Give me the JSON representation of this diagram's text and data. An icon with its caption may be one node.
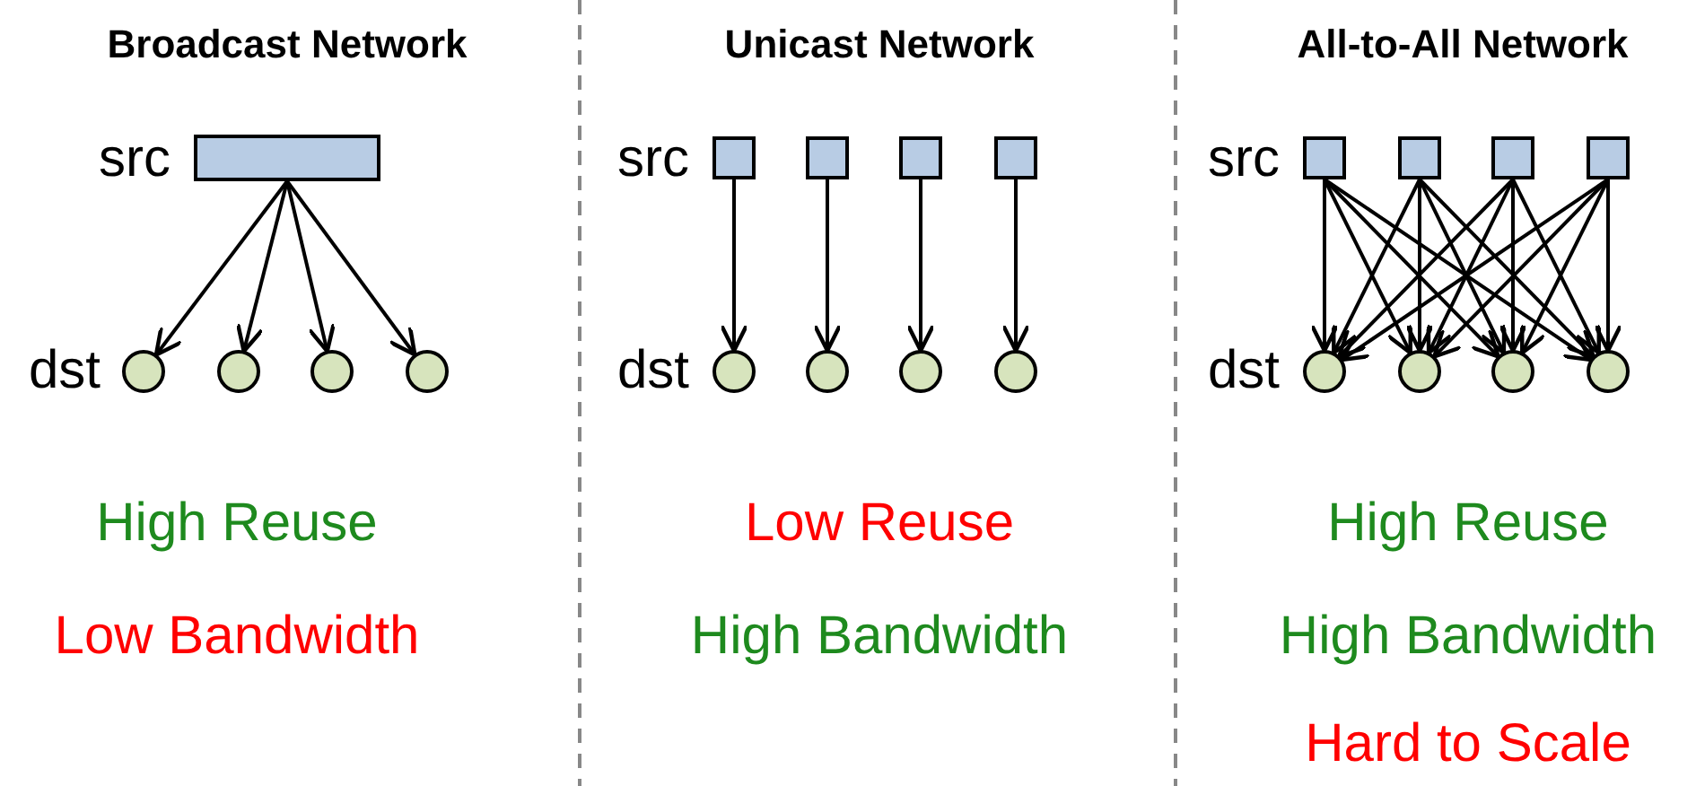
{
  "diagram": {
    "nodes": [
      {
        "text": [],
        "shape": "box"
      },
      {
        "text": [],
        "shape": "circle"
      },
      {
        "text": [],
        "shape": "circle"
      },
      {
        "text": [],
        "shape": "circle"
      },
      {
        "text": [],
        "shape": "circle"
      },
      {
        "text": [],
        "shape": "box"
      },
      {
        "text": [],
        "shape": "box"
      },
      {
        "text": [],
        "shape": "box"
      },
      {
        "text": [],
        "shape": "box"
      },
      {
        "text": [],
        "shape": "circle"
      },
      {
        "text": [],
        "shape": "circle"
      },
      {
        "text": [],
        "shape": "circle"
      },
      {
        "text": [],
        "shape": "circle"
      },
      {
        "text": [],
        "shape": "box"
      },
      {
        "text": [],
        "shape": "box"
      },
      {
        "text": [],
        "shape": "box"
      },
      {
        "text": [],
        "shape": "box"
      },
      {
        "text": [],
        "shape": "circle"
      },
      {
        "text": [],
        "shape": "circle"
      },
      {
        "text": [],
        "shape": "circle"
      },
      {
        "text": [],
        "shape": "circle"
      }
    ],
    "edges": [
      {
        "from": 0,
        "to": 1,
        "arrow": "to"
      },
      {
        "from": 0,
        "to": 2,
        "arrow": "to"
      },
      {
        "from": 0,
        "to": 3,
        "arrow": "to"
      },
      {
        "from": 0,
        "to": 4,
        "arrow": "to"
      },
      {
        "from": 5,
        "to": 9,
        "arrow": "to"
      },
      {
        "from": 6,
        "to": 10,
        "arrow": "to"
      },
      {
        "from": 7,
        "to": 11,
        "arrow": "to"
      },
      {
        "from": 8,
        "to": 12,
        "arrow": "to"
      },
      {
        "from": 13,
        "to": 17,
        "arrow": "to"
      },
      {
        "from": 13,
        "to": 18,
        "arrow": "to"
      },
      {
        "from": 13,
        "to": 19,
        "arrow": "to"
      },
      {
        "from": 13,
        "to": 20,
        "arrow": "to"
      },
      {
        "from": 14,
        "to": 17,
        "arrow": "to"
      },
      {
        "from": 14,
        "to": 18,
        "arrow": "to"
      },
      {
        "from": 14,
        "to": 19,
        "arrow": "to"
      },
      {
        "from": 14,
        "to": 20,
        "arrow": "to"
      },
      {
        "from": 15,
        "to": 17,
        "arrow": "to"
      },
      {
        "from": 15,
        "to": 18,
        "arrow": "to"
      },
      {
        "from": 15,
        "to": 19,
        "arrow": "to"
      },
      {
        "from": 15,
        "to": 20,
        "arrow": "to"
      },
      {
        "from": 16,
        "to": 17,
        "arrow": "to"
      },
      {
        "from": 16,
        "to": 18,
        "arrow": "to"
      },
      {
        "from": 16,
        "to": 19,
        "arrow": "to"
      },
      {
        "from": 16,
        "to": 20,
        "arrow": "to"
      }
    ],
    "labels": [
      "Broadcast Network",
      "Unicast Network",
      "All-to-All Network",
      "src",
      "src",
      "src",
      "dst",
      "dst",
      "dst",
      "High Reuse",
      "Low Reuse",
      "High Reuse",
      "Low Bandwidth",
      "High Bandwidth",
      "High Bandwidth",
      "Hard to Scale"
    ]
  }
}
